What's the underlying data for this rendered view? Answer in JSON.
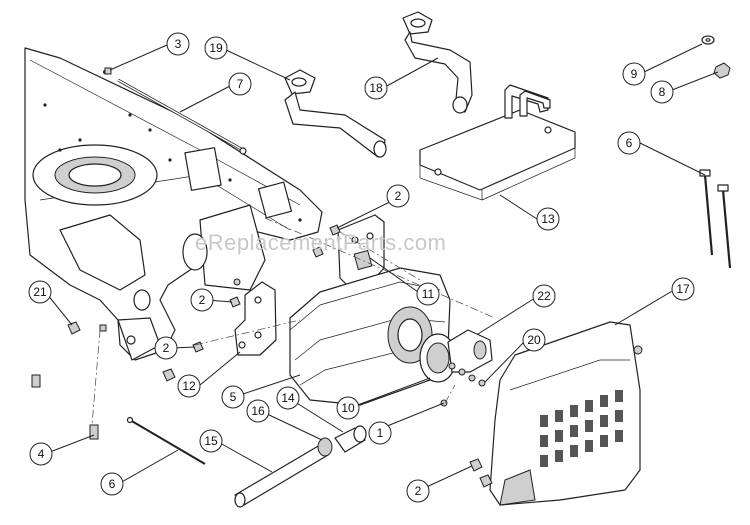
{
  "watermark": "eReplacementParts.com",
  "callouts": [
    {
      "label": "1"
    },
    {
      "label": "2"
    },
    {
      "label": "2"
    },
    {
      "label": "2"
    },
    {
      "label": "2"
    },
    {
      "label": "3"
    },
    {
      "label": "4"
    },
    {
      "label": "5"
    },
    {
      "label": "6"
    },
    {
      "label": "6"
    },
    {
      "label": "7"
    },
    {
      "label": "8"
    },
    {
      "label": "9"
    },
    {
      "label": "10"
    },
    {
      "label": "11"
    },
    {
      "label": "12"
    },
    {
      "label": "13"
    },
    {
      "label": "14"
    },
    {
      "label": "15"
    },
    {
      "label": "16"
    },
    {
      "label": "17"
    },
    {
      "label": "18"
    },
    {
      "label": "19"
    },
    {
      "label": "20"
    },
    {
      "label": "21"
    },
    {
      "label": "22"
    }
  ]
}
